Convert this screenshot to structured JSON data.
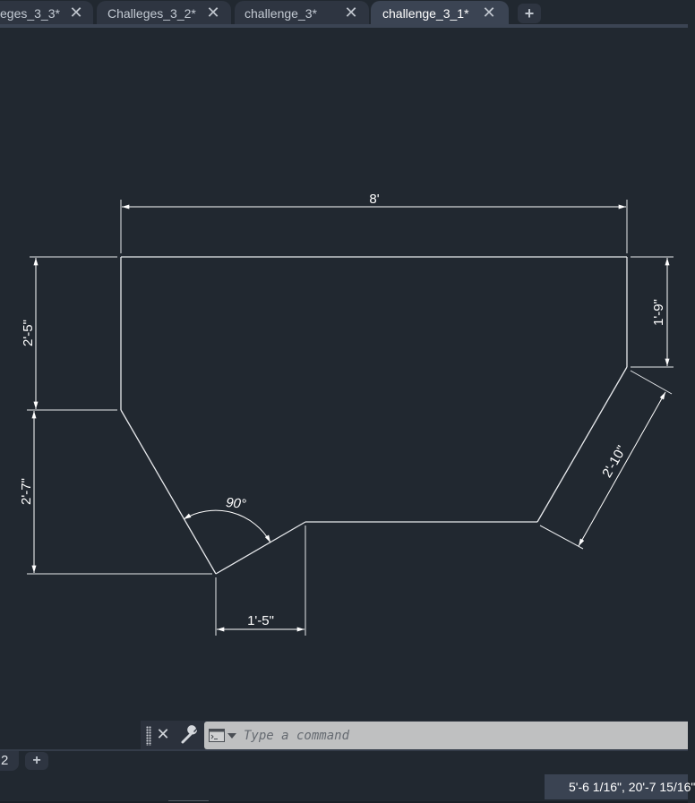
{
  "tabs": [
    {
      "label": "eges_3_3*",
      "close_icon": "✕",
      "active": false
    },
    {
      "label": "Challeges_3_2*",
      "close_icon": "✕",
      "active": false
    },
    {
      "label": "challenge_3*",
      "close_icon": "✕",
      "active": false
    },
    {
      "label": "challenge_3_1*",
      "close_icon": "✕",
      "active": true
    }
  ],
  "tab_add_label": "+",
  "drawing": {
    "dimensions": {
      "top_width": "8'",
      "left_upper": "2'-5\"",
      "left_lower": "2'-7\"",
      "right_upper": "1'-9\"",
      "right_slant": "2'-10\"",
      "bottom_notch": "1'-5\"",
      "angle": "90°"
    },
    "colors": {
      "background": "#212830",
      "geometry": "#e8eaed",
      "dimension": "#ffffff"
    }
  },
  "command_line": {
    "close_icon": "✕",
    "placeholder": "Type a command",
    "value": ""
  },
  "layout_tabs": {
    "partial_label": "2",
    "add_label": "+"
  },
  "status_bar": {
    "coordinates": "5'-6 1/16\", 20'-7 15/16\""
  }
}
